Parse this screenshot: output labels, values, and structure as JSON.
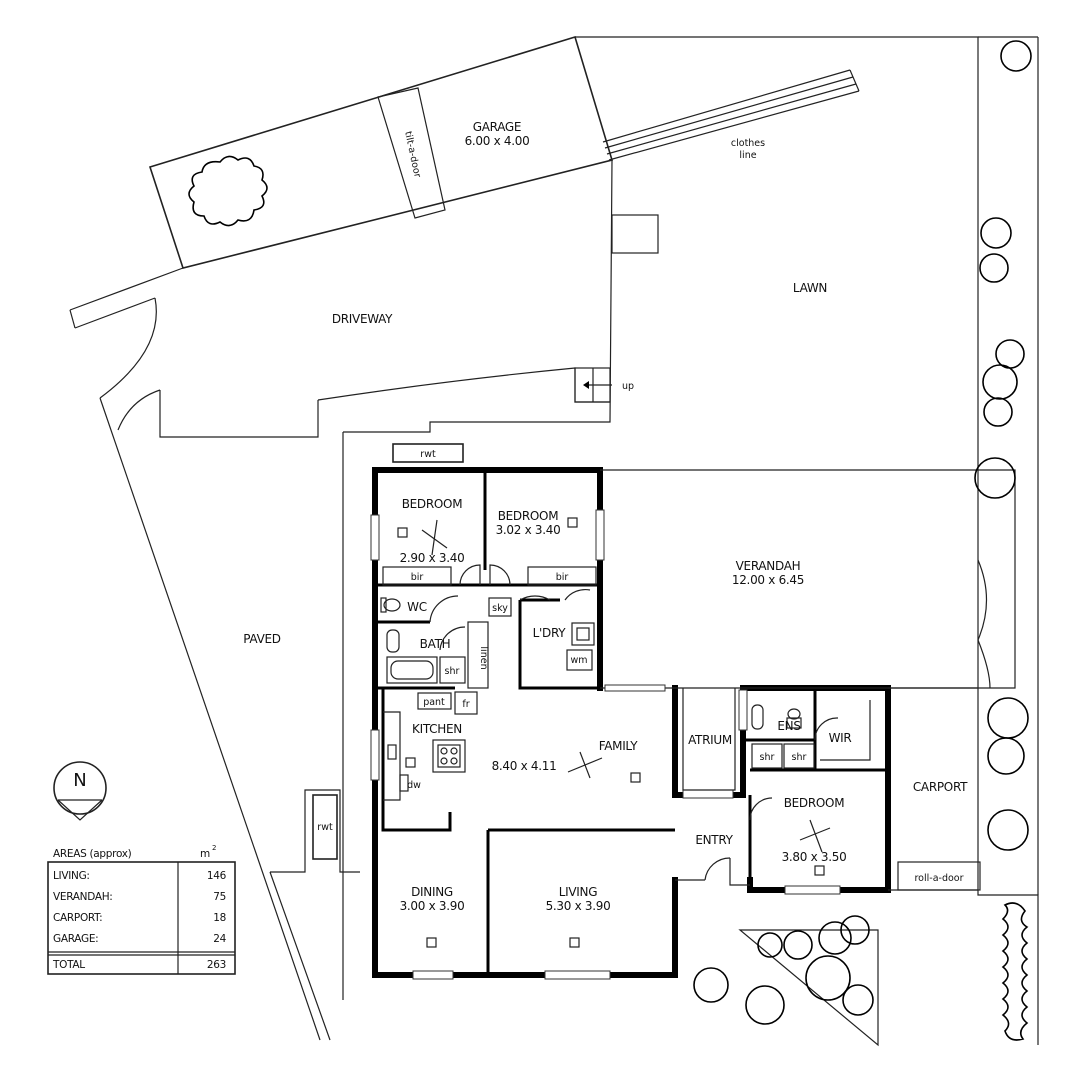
{
  "rooms": {
    "garage": {
      "name": "GARAGE",
      "size": "6.00 x 4.00"
    },
    "tilt_door": "tilt-a-door",
    "clothes_line": [
      "clothes",
      "line"
    ],
    "lawn": "LAWN",
    "driveway": "DRIVEWAY",
    "up": "up",
    "rwt_top": "rwt",
    "rwt_side": "rwt",
    "paved": "PAVED",
    "bedroom1": {
      "name": "BEDROOM",
      "size": "2.90 x 3.40"
    },
    "bedroom2": {
      "name": "BEDROOM",
      "size": "3.02 x 3.40"
    },
    "bir1": "bir",
    "bir2": "bir",
    "verandah": {
      "name": "VERANDAH",
      "size": "12.00 x 6.45"
    },
    "wc": "WC",
    "sky": "sky",
    "bath": "BATH",
    "shr_bath": "shr",
    "linen": "linen",
    "laundry": "L'DRY",
    "wm": "wm",
    "pant": "pant",
    "fr": "fr",
    "kitchen": "KITCHEN",
    "dw": "dw",
    "family": {
      "name": "FAMILY",
      "size": "8.40 x 4.11"
    },
    "atrium": "ATRIUM",
    "ens": "ENS",
    "shr_ens1": "shr",
    "shr_ens2": "shr",
    "wir": "WIR",
    "carport": "CARPORT",
    "entry": "ENTRY",
    "bedroom3": {
      "name": "BEDROOM",
      "size": "3.80 x 3.50"
    },
    "roll_door": "roll-a-door",
    "dining": {
      "name": "DINING",
      "size": "3.00 x 3.90"
    },
    "living": {
      "name": "LIVING",
      "size": "5.30 x 3.90"
    }
  },
  "compass": "N",
  "areas": {
    "header": "AREAS (approx)",
    "unit": "m",
    "unit_sup": "2",
    "rows": [
      {
        "label": "LIVING:",
        "value": "146"
      },
      {
        "label": "VERANDAH:",
        "value": "75"
      },
      {
        "label": "CARPORT:",
        "value": "18"
      },
      {
        "label": "GARAGE:",
        "value": "24"
      }
    ],
    "total": {
      "label": "TOTAL",
      "value": "263"
    }
  }
}
